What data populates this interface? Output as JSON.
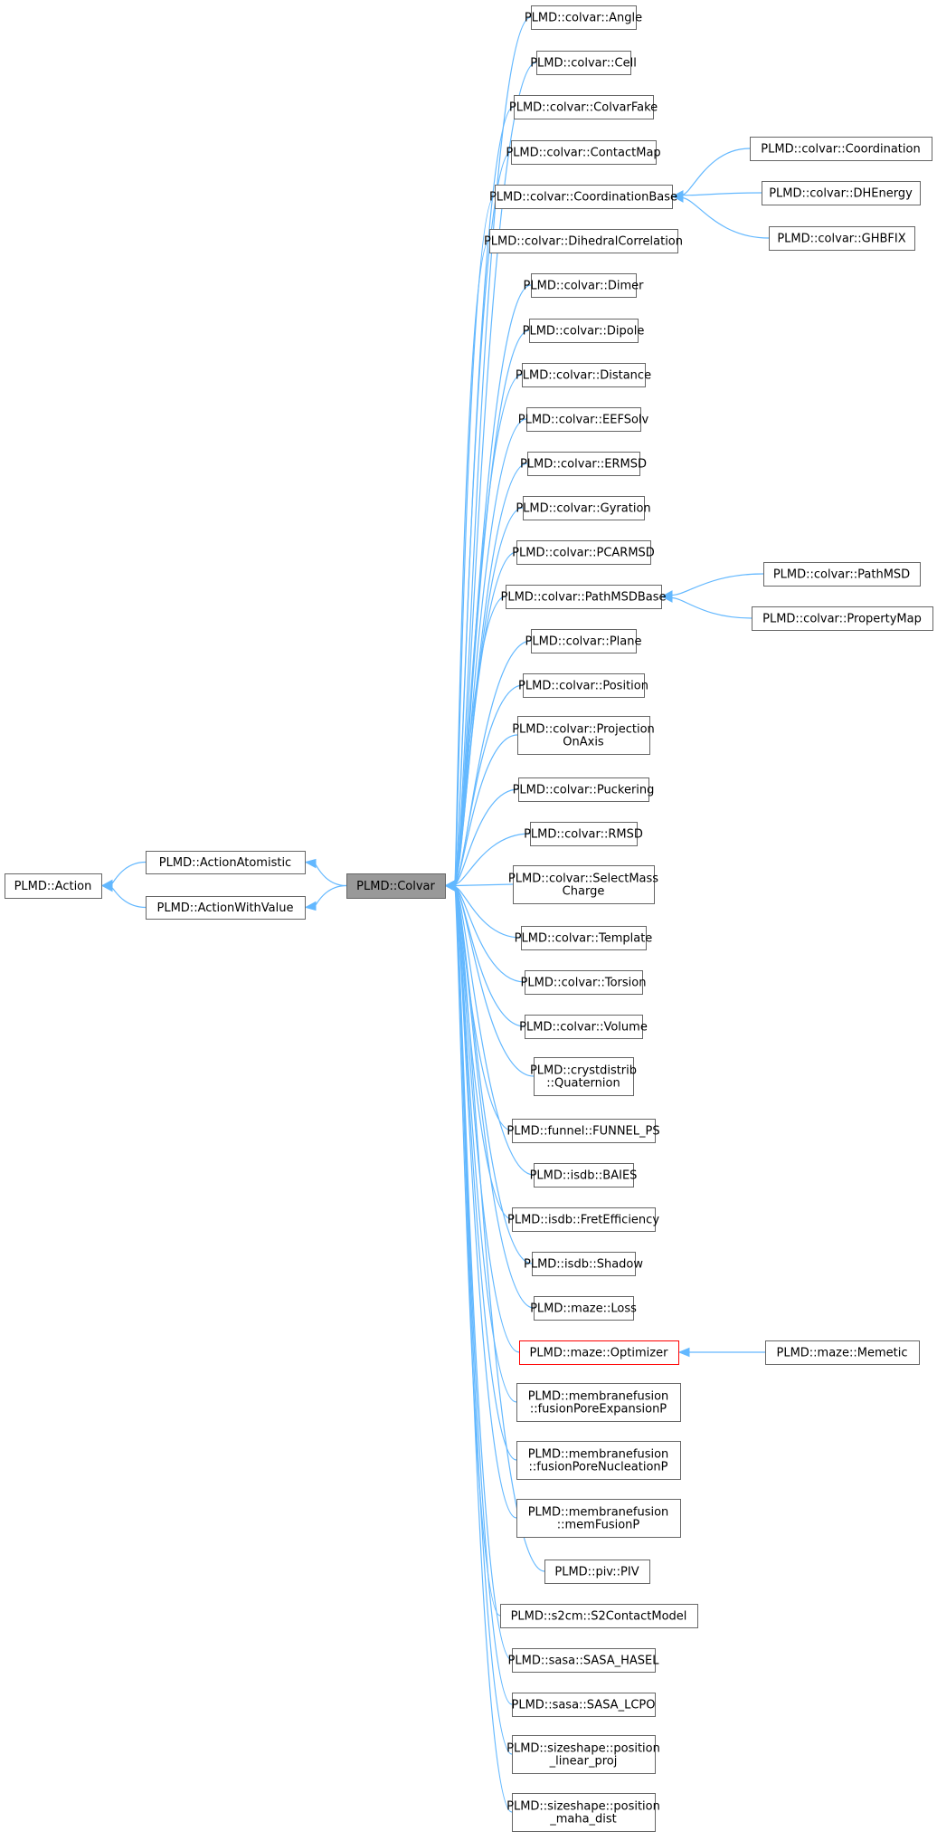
{
  "colors": {
    "edge": "#63b8ff",
    "node_border": "#666666",
    "current_fill": "#999999",
    "highlight_border": "#ff0000"
  },
  "nodes": {
    "action": {
      "lines": [
        "PLMD::Action"
      ]
    },
    "actionatomistic": {
      "lines": [
        "PLMD::ActionAtomistic"
      ]
    },
    "actionwithvalue": {
      "lines": [
        "PLMD::ActionWithValue"
      ]
    },
    "colvar": {
      "lines": [
        "PLMD::Colvar"
      ],
      "current": true
    },
    "angle": {
      "lines": [
        "PLMD::colvar::Angle"
      ]
    },
    "cell": {
      "lines": [
        "PLMD::colvar::Cell"
      ]
    },
    "colvarfake": {
      "lines": [
        "PLMD::colvar::ColvarFake"
      ]
    },
    "contactmap": {
      "lines": [
        "PLMD::colvar::ContactMap"
      ]
    },
    "coordinationbase": {
      "lines": [
        "PLMD::colvar::CoordinationBase"
      ]
    },
    "dihedralcorrelation": {
      "lines": [
        "PLMD::colvar::DihedralCorrelation"
      ]
    },
    "dimer": {
      "lines": [
        "PLMD::colvar::Dimer"
      ]
    },
    "dipole": {
      "lines": [
        "PLMD::colvar::Dipole"
      ]
    },
    "distance": {
      "lines": [
        "PLMD::colvar::Distance"
      ]
    },
    "eefsolv": {
      "lines": [
        "PLMD::colvar::EEFSolv"
      ]
    },
    "ermsd": {
      "lines": [
        "PLMD::colvar::ERMSD"
      ]
    },
    "gyration": {
      "lines": [
        "PLMD::colvar::Gyration"
      ]
    },
    "pcarmsd": {
      "lines": [
        "PLMD::colvar::PCARMSD"
      ]
    },
    "pathmsdbase": {
      "lines": [
        "PLMD::colvar::PathMSDBase"
      ]
    },
    "plane": {
      "lines": [
        "PLMD::colvar::Plane"
      ]
    },
    "position": {
      "lines": [
        "PLMD::colvar::Position"
      ]
    },
    "projectiononaxis": {
      "lines": [
        "PLMD::colvar::Projection",
        "OnAxis"
      ]
    },
    "puckering": {
      "lines": [
        "PLMD::colvar::Puckering"
      ]
    },
    "rmsd": {
      "lines": [
        "PLMD::colvar::RMSD"
      ]
    },
    "selectmasscharge": {
      "lines": [
        "PLMD::colvar::SelectMass",
        "Charge"
      ]
    },
    "template": {
      "lines": [
        "PLMD::colvar::Template"
      ]
    },
    "torsion": {
      "lines": [
        "PLMD::colvar::Torsion"
      ]
    },
    "volume": {
      "lines": [
        "PLMD::colvar::Volume"
      ]
    },
    "quaternion": {
      "lines": [
        "PLMD::crystdistrib",
        "::Quaternion"
      ]
    },
    "funnelps": {
      "lines": [
        "PLMD::funnel::FUNNEL_PS"
      ]
    },
    "baies": {
      "lines": [
        "PLMD::isdb::BAIES"
      ]
    },
    "fretefficiency": {
      "lines": [
        "PLMD::isdb::FretEfficiency"
      ]
    },
    "shadow": {
      "lines": [
        "PLMD::isdb::Shadow"
      ]
    },
    "loss": {
      "lines": [
        "PLMD::maze::Loss"
      ]
    },
    "optimizer": {
      "lines": [
        "PLMD::maze::Optimizer"
      ],
      "highlight": true
    },
    "fusionporeexpansion": {
      "lines": [
        "PLMD::membranefusion",
        "::fusionPoreExpansionP"
      ]
    },
    "fusionporenucleation": {
      "lines": [
        "PLMD::membranefusion",
        "::fusionPoreNucleationP"
      ]
    },
    "memfusion": {
      "lines": [
        "PLMD::membranefusion",
        "::memFusionP"
      ]
    },
    "piv": {
      "lines": [
        "PLMD::piv::PIV"
      ]
    },
    "s2contactmodel": {
      "lines": [
        "PLMD::s2cm::S2ContactModel"
      ]
    },
    "sasahasel": {
      "lines": [
        "PLMD::sasa::SASA_HASEL"
      ]
    },
    "sasalcpo": {
      "lines": [
        "PLMD::sasa::SASA_LCPO"
      ]
    },
    "poslinearproj": {
      "lines": [
        "PLMD::sizeshape::position",
        "_linear_proj"
      ]
    },
    "posmahadist": {
      "lines": [
        "PLMD::sizeshape::position",
        "_maha_dist"
      ]
    },
    "coordination": {
      "lines": [
        "PLMD::colvar::Coordination"
      ]
    },
    "dhenergy": {
      "lines": [
        "PLMD::colvar::DHEnergy"
      ]
    },
    "ghbfix": {
      "lines": [
        "PLMD::colvar::GHBFIX"
      ]
    },
    "pathmsd": {
      "lines": [
        "PLMD::colvar::PathMSD"
      ]
    },
    "propertymap": {
      "lines": [
        "PLMD::colvar::PropertyMap"
      ]
    },
    "memetic": {
      "lines": [
        "PLMD::maze::Memetic"
      ]
    }
  },
  "edges": [
    [
      "actionatomistic",
      "action"
    ],
    [
      "actionwithvalue",
      "action"
    ],
    [
      "colvar",
      "actionatomistic"
    ],
    [
      "colvar",
      "actionwithvalue"
    ],
    [
      "angle",
      "colvar"
    ],
    [
      "cell",
      "colvar"
    ],
    [
      "colvarfake",
      "colvar"
    ],
    [
      "contactmap",
      "colvar"
    ],
    [
      "coordinationbase",
      "colvar"
    ],
    [
      "dihedralcorrelation",
      "colvar"
    ],
    [
      "dimer",
      "colvar"
    ],
    [
      "dipole",
      "colvar"
    ],
    [
      "distance",
      "colvar"
    ],
    [
      "eefsolv",
      "colvar"
    ],
    [
      "ermsd",
      "colvar"
    ],
    [
      "gyration",
      "colvar"
    ],
    [
      "pcarmsd",
      "colvar"
    ],
    [
      "pathmsdbase",
      "colvar"
    ],
    [
      "plane",
      "colvar"
    ],
    [
      "position",
      "colvar"
    ],
    [
      "projectiononaxis",
      "colvar"
    ],
    [
      "puckering",
      "colvar"
    ],
    [
      "rmsd",
      "colvar"
    ],
    [
      "selectmasscharge",
      "colvar"
    ],
    [
      "template",
      "colvar"
    ],
    [
      "torsion",
      "colvar"
    ],
    [
      "volume",
      "colvar"
    ],
    [
      "quaternion",
      "colvar"
    ],
    [
      "funnelps",
      "colvar"
    ],
    [
      "baies",
      "colvar"
    ],
    [
      "fretefficiency",
      "colvar"
    ],
    [
      "shadow",
      "colvar"
    ],
    [
      "loss",
      "colvar"
    ],
    [
      "optimizer",
      "colvar"
    ],
    [
      "fusionporeexpansion",
      "colvar"
    ],
    [
      "fusionporenucleation",
      "colvar"
    ],
    [
      "memfusion",
      "colvar"
    ],
    [
      "piv",
      "colvar"
    ],
    [
      "s2contactmodel",
      "colvar"
    ],
    [
      "sasahasel",
      "colvar"
    ],
    [
      "sasalcpo",
      "colvar"
    ],
    [
      "poslinearproj",
      "colvar"
    ],
    [
      "posmahadist",
      "colvar"
    ],
    [
      "coordination",
      "coordinationbase"
    ],
    [
      "dhenergy",
      "coordinationbase"
    ],
    [
      "ghbfix",
      "coordinationbase"
    ],
    [
      "pathmsd",
      "pathmsdbase"
    ],
    [
      "propertymap",
      "pathmsdbase"
    ],
    [
      "memetic",
      "optimizer"
    ]
  ]
}
